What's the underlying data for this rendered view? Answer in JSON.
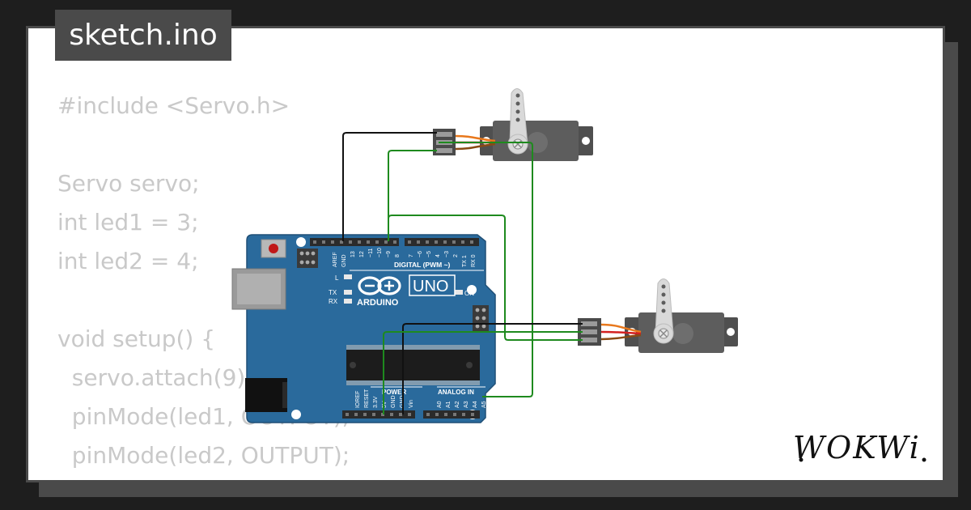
{
  "file_tab": {
    "label": "sketch.ino"
  },
  "code": {
    "lines": [
      "#include <Servo.h>",
      "",
      "Servo servo;",
      "int led1 = 3;",
      "int led2 = 4;",
      "",
      "void setup() {",
      "  servo.attach(9);",
      "  pinMode(led1, OUTPUT);",
      "  pinMode(led2, OUTPUT);",
      "}"
    ]
  },
  "board": {
    "model": "UNO",
    "brand": "ARDUINO",
    "digital_header": "DIGITAL (PWM ~)",
    "power_header": "POWER",
    "analog_header": "ANALOG IN",
    "led_l": "L",
    "led_tx": "TX",
    "led_rx": "RX",
    "led_on": "ON",
    "aref": "AREF",
    "gnd": "GND",
    "digital_pins": [
      "13",
      "12",
      "~11",
      "~10",
      "~9",
      "8",
      "7",
      "~6",
      "~5",
      "4",
      "~3",
      "2",
      "TX 1",
      "RX 0"
    ],
    "power_pins": [
      "IOREF",
      "RESET",
      "3.3V",
      "5V",
      "GND",
      "GND",
      "Vin"
    ],
    "analog_pins": [
      "A0",
      "A1",
      "A2",
      "A3",
      "A4",
      "A5"
    ]
  },
  "brand_logo": {
    "text": "WOKWi"
  },
  "colors": {
    "board": "#2a6a9c",
    "board_edge": "#1f4f76",
    "wire_green": "#1e8a1e",
    "wire_black": "#111111",
    "servo_body": "#5a5a5a",
    "servo_orange": "#e8781c",
    "servo_red": "#d42020",
    "servo_brown": "#8a4a14"
  }
}
